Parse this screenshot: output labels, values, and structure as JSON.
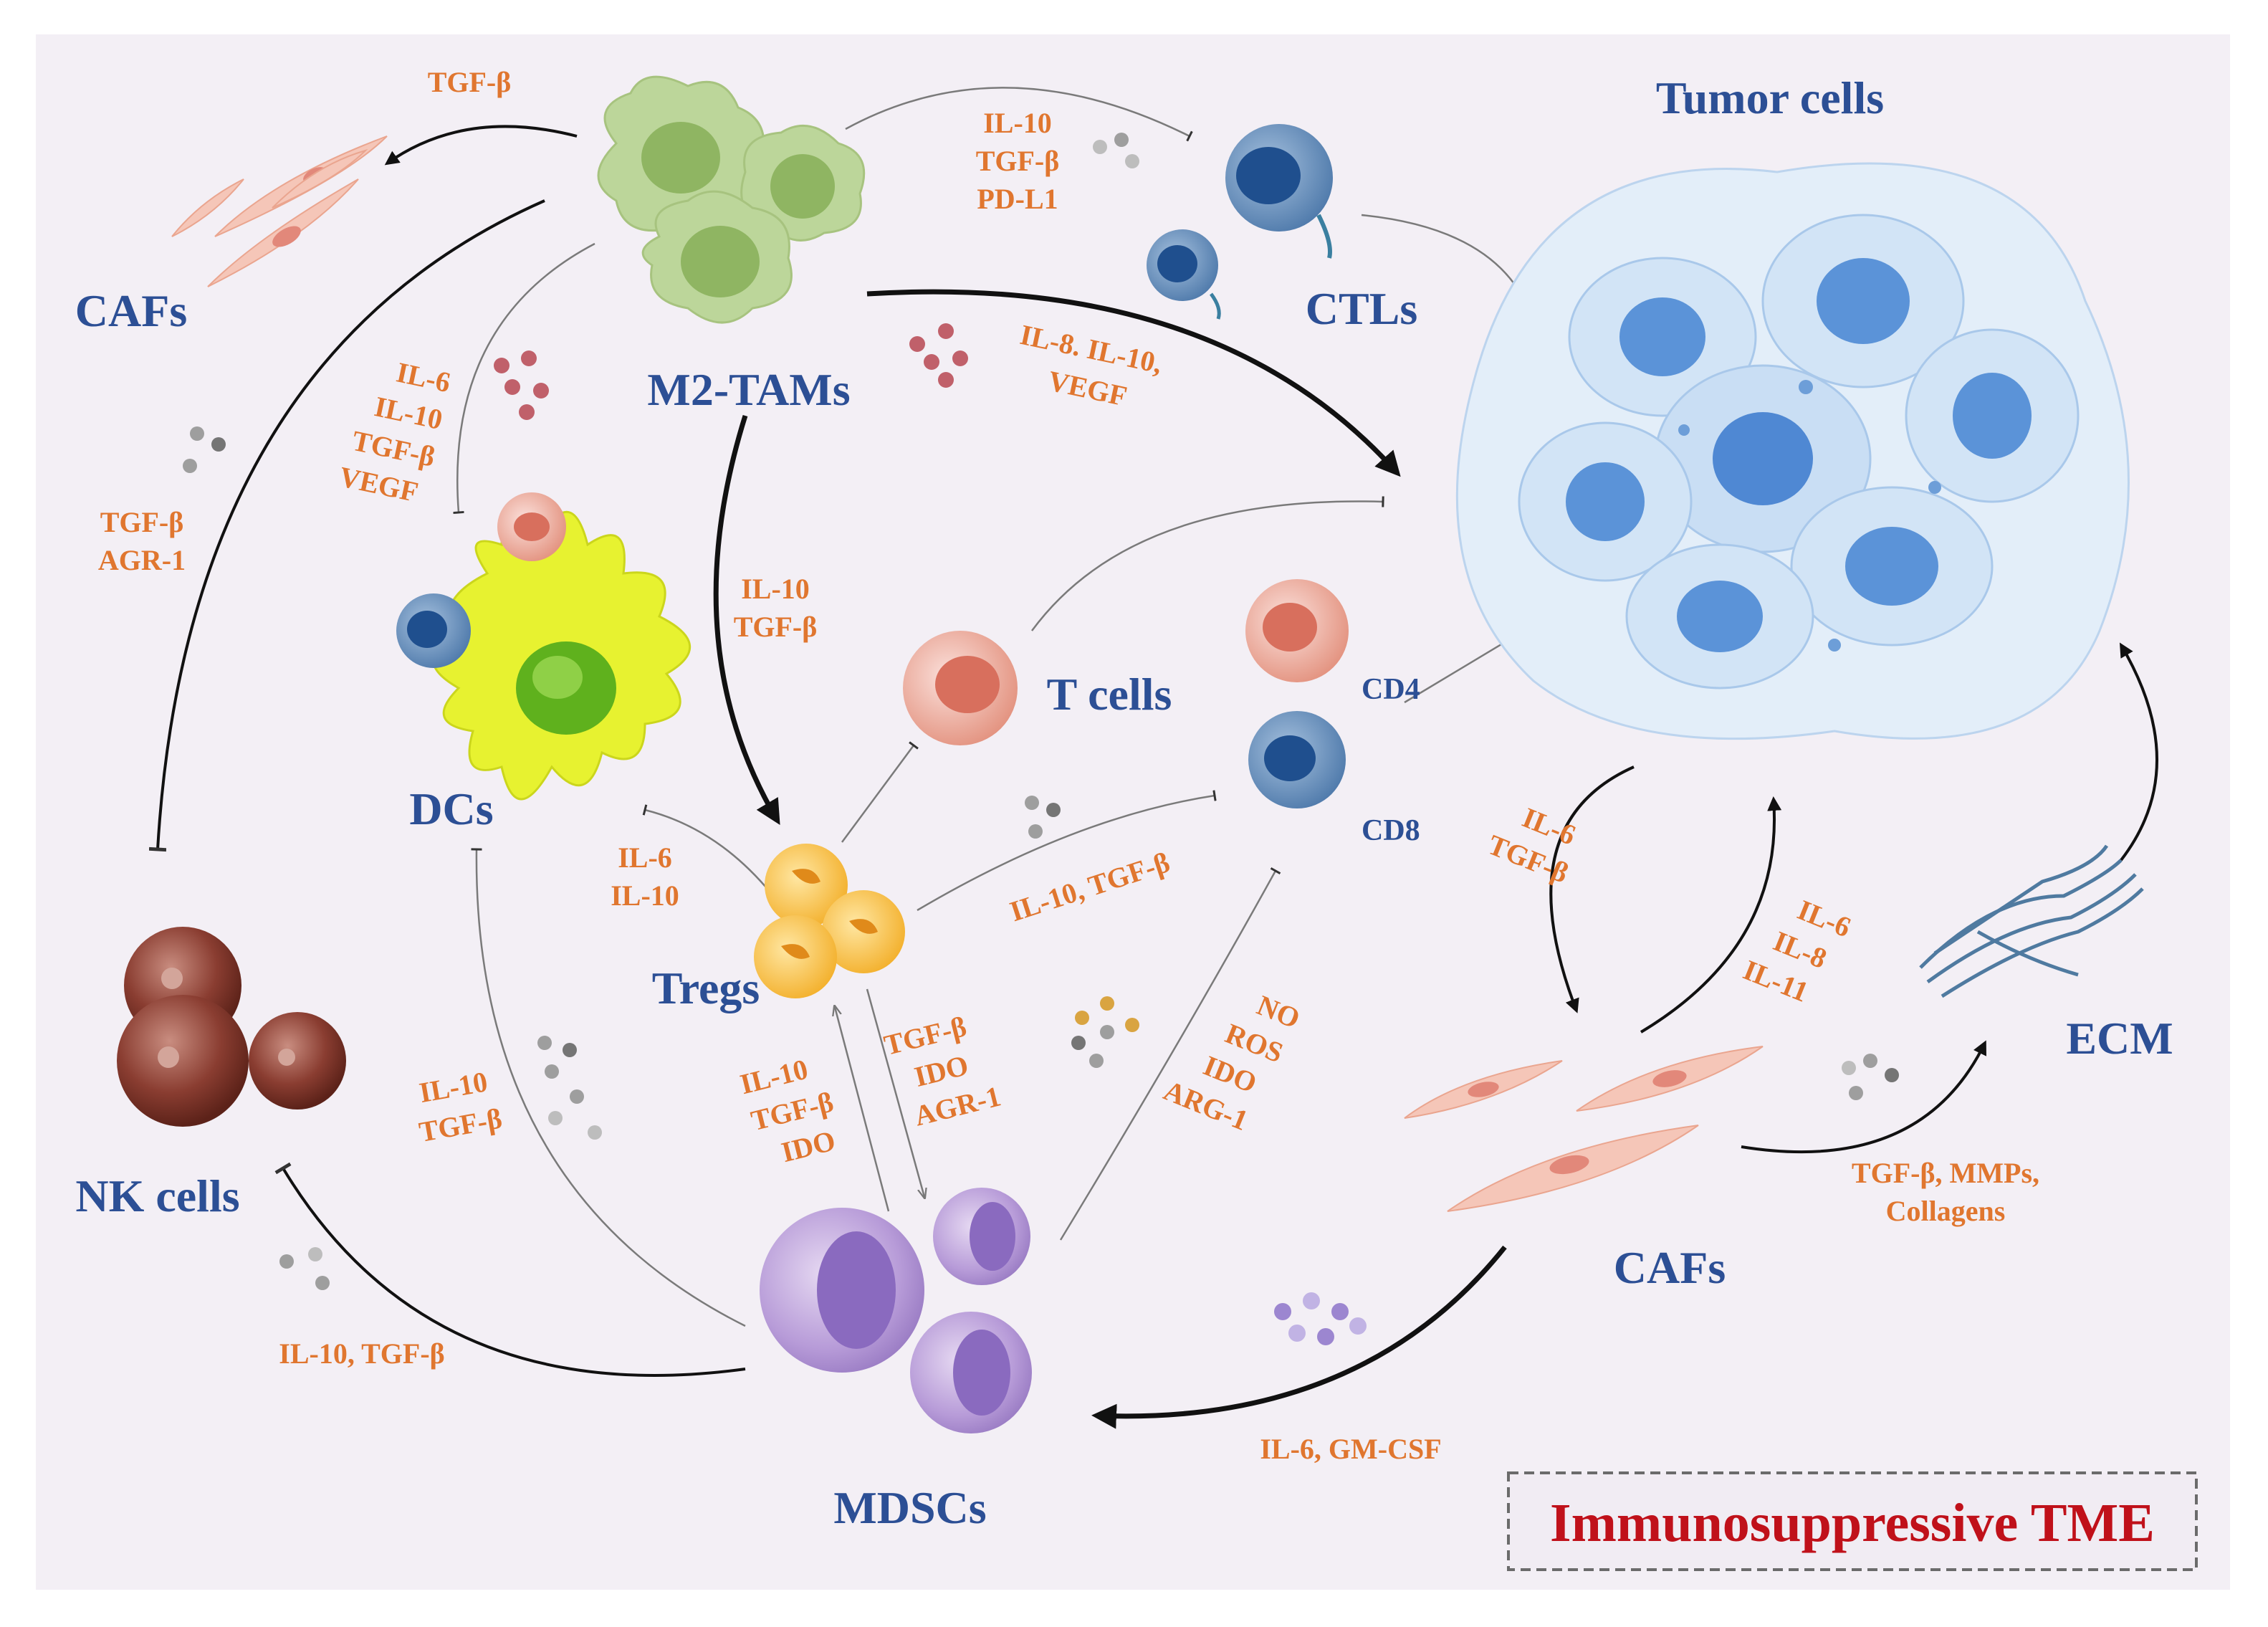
{
  "labels": {
    "cafs_top": "CAFs",
    "m2_tams": "M2-TAMs",
    "tumor_cells": "Tumor cells",
    "ctls": "CTLs",
    "dcs": "DCs",
    "t_cells": "T cells",
    "cd4": "CD4",
    "cd8": "CD8",
    "tregs": "Tregs",
    "nk_cells": "NK cells",
    "mdscs": "MDSCs",
    "cafs_bottom": "CAFs",
    "ecm": "ECM"
  },
  "cytokines": {
    "tams_to_cafs": [
      "TGF-β"
    ],
    "tams_to_ctls": [
      "IL-10",
      "TGF-β",
      "PD-L1"
    ],
    "tams_to_tumor": [
      "IL-8. IL-10,",
      "VEGF"
    ],
    "tams_to_dcs": [
      "IL-6",
      "IL-10",
      "TGF-β",
      "VEGF"
    ],
    "nk_to_cafs": [
      "TGF-β",
      "AGR-1"
    ],
    "tams_to_tregs": [
      "IL-10",
      "TGF-β"
    ],
    "tregs_to_dcs": [
      "IL-6",
      "IL-10"
    ],
    "tregs_to_cd8": [
      "IL-10, TGF-β"
    ],
    "tregs_to_mdscs": [
      "TGF-β",
      "IDO",
      "AGR-1"
    ],
    "mdscs_to_tregs": [
      "IL-10",
      "TGF-β",
      "IDO"
    ],
    "mdscs_to_cd8": [
      "NO",
      "ROS",
      "IDO",
      "ARG-1"
    ],
    "mdscs_to_dcs": [
      "IL-10",
      "TGF-β"
    ],
    "mdscs_to_nk": [
      "IL-10, TGF-β"
    ],
    "tumor_to_cafs": [
      "IL-6",
      "TGF-β"
    ],
    "cafs_to_tumor": [
      "IL-6",
      "IL-8",
      "IL-11"
    ],
    "cafs_to_ecm": [
      "TGF-β, MMPs,",
      "Collagens"
    ],
    "cafs_to_mdscs": [
      "IL-6, GM-CSF"
    ]
  },
  "title": "Immunosuppressive TME",
  "colors": {
    "panel": "#f3eff5",
    "cell_label": "#2c4f95",
    "cytokine_label": "#e0762f",
    "title": "#c0111a"
  }
}
